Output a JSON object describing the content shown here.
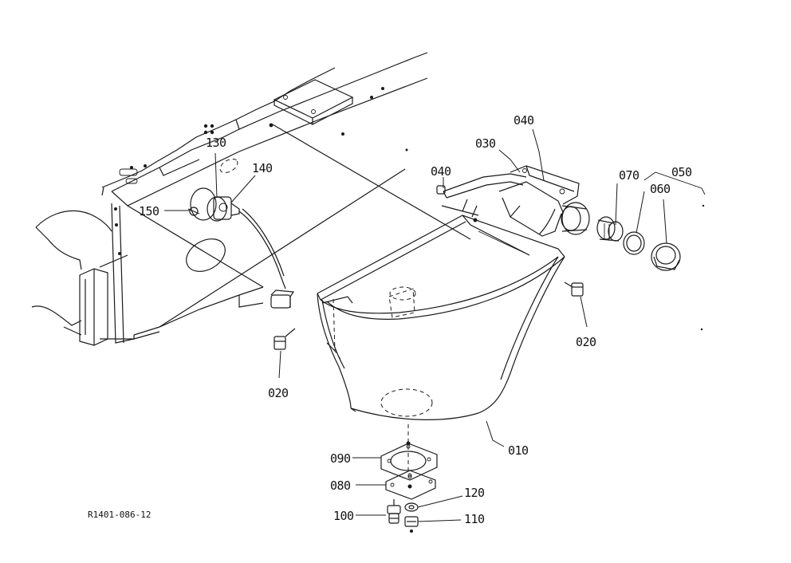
{
  "callouts": [
    {
      "id": "p010",
      "text": "010"
    },
    {
      "id": "p020a",
      "text": "020"
    },
    {
      "id": "p020b",
      "text": "020"
    },
    {
      "id": "p030",
      "text": "030"
    },
    {
      "id": "p040a",
      "text": "040"
    },
    {
      "id": "p040b",
      "text": "040"
    },
    {
      "id": "p050",
      "text": "050"
    },
    {
      "id": "p060",
      "text": "060"
    },
    {
      "id": "p070",
      "text": "070"
    },
    {
      "id": "p080",
      "text": "080"
    },
    {
      "id": "p090",
      "text": "090"
    },
    {
      "id": "p100",
      "text": "100"
    },
    {
      "id": "p110",
      "text": "110"
    },
    {
      "id": "p120",
      "text": "120"
    },
    {
      "id": "p130",
      "text": "130"
    },
    {
      "id": "p140",
      "text": "140"
    },
    {
      "id": "p150",
      "text": "150"
    }
  ],
  "reference_code": "R1401-086-12",
  "colors": {
    "ink": "#1a1a1a",
    "paper": "#ffffff"
  }
}
